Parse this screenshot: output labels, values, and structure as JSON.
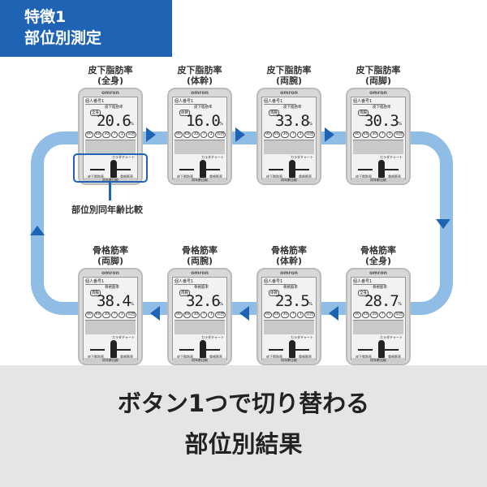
{
  "banner": {
    "line1": "特徴1",
    "line2": "部位別測定"
  },
  "device": {
    "brand": "omron",
    "person": "個人番号1",
    "unit": "%",
    "buttons": [
      "90",
      "60",
      "30",
      "7",
      "1",
      "前回"
    ],
    "chart": "カラダチャート",
    "left_label": "皮下脂肪率",
    "right_label": "骨格筋率",
    "compare": "同年齢比較"
  },
  "top_row": [
    {
      "title": "皮下脂肪率",
      "region": "(全身)",
      "measure": "皮下脂肪率",
      "badge": "全身",
      "value": "20.6"
    },
    {
      "title": "皮下脂肪率",
      "region": "(体幹)",
      "measure": "皮下脂肪率",
      "badge": "体幹",
      "value": "16.0"
    },
    {
      "title": "皮下脂肪率",
      "region": "(両腕)",
      "measure": "皮下脂肪率",
      "badge": "両腕",
      "value": "33.8"
    },
    {
      "title": "皮下脂肪率",
      "region": "(両脚)",
      "measure": "皮下脂肪率",
      "badge": "両脚",
      "value": "30.3"
    }
  ],
  "bottom_row": [
    {
      "title": "骨格筋率",
      "region": "(両脚)",
      "measure": "骨格筋率",
      "badge": "両脚",
      "value": "38.4"
    },
    {
      "title": "骨格筋率",
      "region": "(両腕)",
      "measure": "骨格筋率",
      "badge": "両腕",
      "value": "32.6"
    },
    {
      "title": "骨格筋率",
      "region": "(体幹)",
      "measure": "骨格筋率",
      "badge": "体幹",
      "value": "23.5"
    },
    {
      "title": "骨格筋率",
      "region": "(全身)",
      "measure": "骨格筋率",
      "badge": "全身",
      "value": "28.7"
    }
  ],
  "callout": "部位別同年齢比較",
  "footer": {
    "line1": "ボタン1つで切り替わる",
    "line2": "部位別結果"
  },
  "colors": {
    "accent": "#1e63b4",
    "loop": "#8fbde6",
    "footer_bg": "#e5e5e5"
  }
}
